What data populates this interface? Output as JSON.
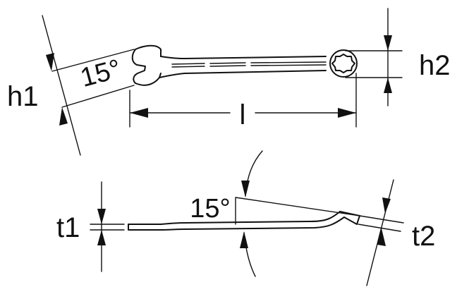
{
  "labels": {
    "h1": "h1",
    "h2": "h2",
    "l": "l",
    "angle_top": "15°",
    "angle_bottom": "15°",
    "t1": "t1",
    "t2": "t2"
  },
  "colors": {
    "line": "#111111",
    "background": "#ffffff"
  }
}
